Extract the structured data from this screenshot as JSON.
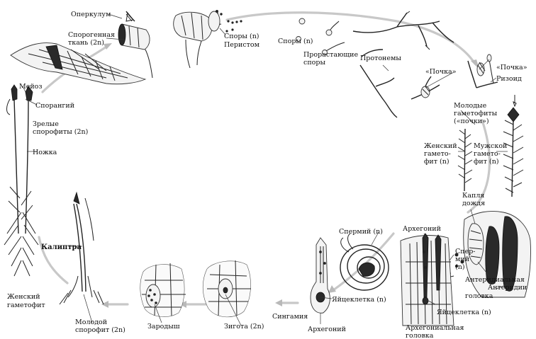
{
  "labels": {
    "operculum": "Оперкулум",
    "sporogenous_1": "Спорогенная",
    "sporogenous_2": "ткань (2n)",
    "spores_n_1": "Споры (n)",
    "peristome": "Перистом",
    "spores_n_2": "Споры (n)",
    "germinating_1": "Прорастающие",
    "germinating_2": "споры",
    "protonema": "Протонемы",
    "bud_1": "«Почка»",
    "bud_2": "«Почка»",
    "rhizoid": "Ризоид",
    "meiosis": "Мейоз",
    "sporangium": "Спорангий",
    "mature_1": "Зрелые",
    "mature_2": "спорофиты (2n)",
    "seta": "Ножка",
    "young_gam_1": "Молодые",
    "young_gam_2": "гаметофиты",
    "young_gam_3": "(«почки»)",
    "female_gam_1": "Женский",
    "female_gam_2": "гамето-",
    "female_gam_3": "фит (n)",
    "male_gam_1": "Мужской",
    "male_gam_2": "гамето-",
    "male_gam_3": "фит (n)",
    "raindrop_1": "Капля",
    "raindrop_2": "дождя",
    "calyptra": "Калиптра",
    "sperm_1": "Спермий (n)",
    "archegonium_1": "Архегоний",
    "sperm_2_1": "Спер-",
    "sperm_2_2": "мий",
    "sperm_2_3": "(n)",
    "antheridia": "Антеридии",
    "antheridial_1": "Антеридиальная",
    "antheridial_2": "головка",
    "egg_1": "Яйцеклетка (n)",
    "egg_2": "Яйцеклетка (n)",
    "female_1": "Женский",
    "female_2": "гаметофит",
    "young_sporo_1": "Молодой",
    "young_sporo_2": "спорофит (2n)",
    "embryo": "Зародыш",
    "zygote": "Зигота (2n)",
    "syngamy": "Сингамия",
    "archegonium_2": "Архегоний",
    "archegonial_1": "Архегониальная",
    "archegonial_2": "головка"
  },
  "colors": {
    "ink": "#222222",
    "cycle_arrow": "#c8c8c8",
    "background": "#ffffff"
  }
}
